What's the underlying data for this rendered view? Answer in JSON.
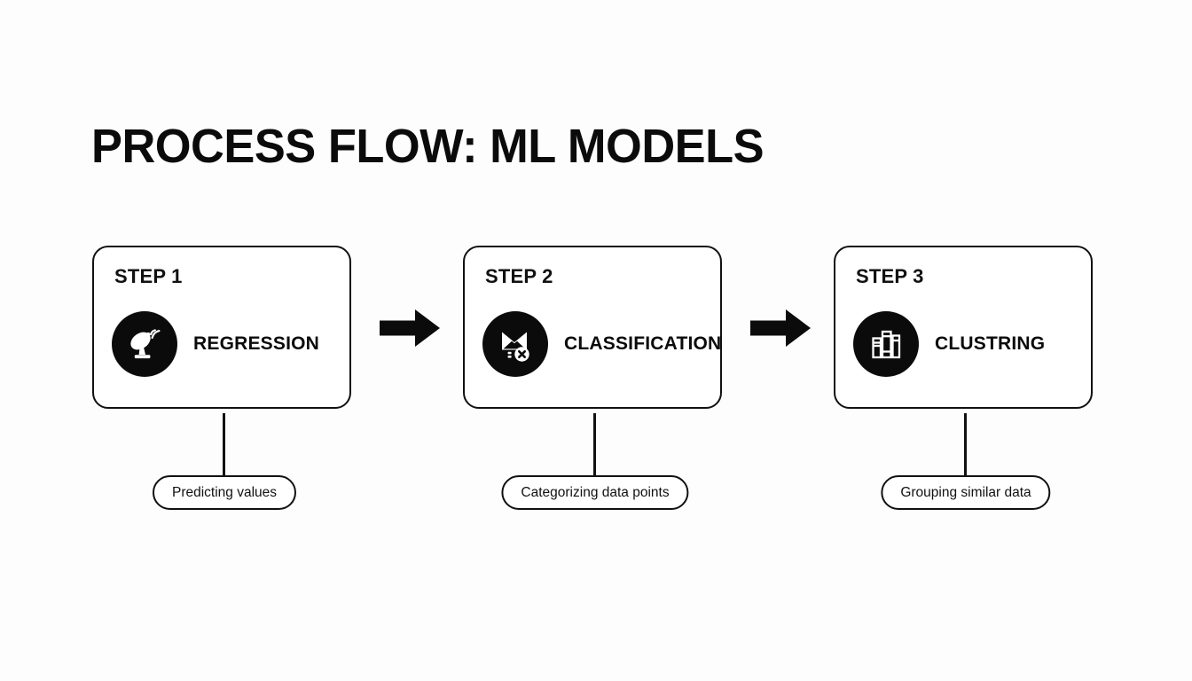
{
  "slide": {
    "title": "PROCESS FLOW: ML MODELS",
    "background_color": "#fdfdfe",
    "ink_color": "#111111"
  },
  "steps": [
    {
      "step_label": "STEP 1",
      "title": "REGRESSION",
      "icon": "satellite-dish-icon",
      "caption": "Predicting values"
    },
    {
      "step_label": "STEP 2",
      "title": "CLASSIFICATION",
      "icon": "email-filter-icon",
      "caption": "Categorizing data points"
    },
    {
      "step_label": "STEP 3",
      "title": "CLUSTRING",
      "icon": "books-icon",
      "caption": "Grouping similar data"
    }
  ],
  "connectors": [
    {
      "icon": "arrow-right-icon"
    },
    {
      "icon": "arrow-right-icon"
    }
  ]
}
